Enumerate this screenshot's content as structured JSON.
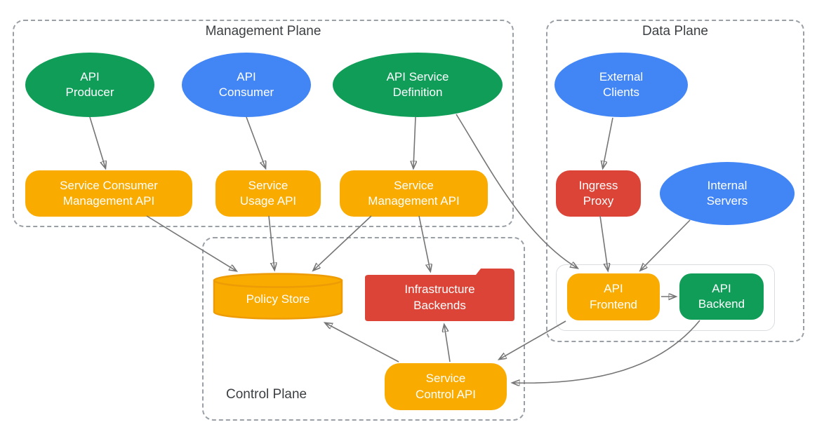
{
  "planes": {
    "management": {
      "title": "Management Plane"
    },
    "data_plane": {
      "title": "Data Plane"
    },
    "control": {
      "title": "Control Plane"
    }
  },
  "nodes": {
    "api_producer": {
      "label": "API\nProducer",
      "shape": "ellipse",
      "color": "#0F9D58"
    },
    "api_consumer": {
      "label": "API\nConsumer",
      "shape": "ellipse",
      "color": "#4285F4"
    },
    "api_service_definition": {
      "label": "API Service\nDefinition",
      "shape": "ellipse",
      "color": "#0F9D58"
    },
    "service_consumer_management_api": {
      "label": "Service Consumer\nManagement API",
      "shape": "rounded-rect",
      "color": "#F9AB00"
    },
    "service_usage_api": {
      "label": "Service\nUsage API",
      "shape": "rounded-rect",
      "color": "#F9AB00"
    },
    "service_management_api": {
      "label": "Service\nManagement API",
      "shape": "rounded-rect",
      "color": "#F9AB00"
    },
    "external_clients": {
      "label": "External\nClients",
      "shape": "ellipse",
      "color": "#4285F4"
    },
    "ingress_proxy": {
      "label": "Ingress\nProxy",
      "shape": "rounded-rect",
      "color": "#DB4437"
    },
    "internal_servers": {
      "label": "Internal\nServers",
      "shape": "ellipse",
      "color": "#4285F4"
    },
    "api_frontend": {
      "label": "API\nFrontend",
      "shape": "rounded-rect",
      "color": "#F9AB00"
    },
    "api_backend": {
      "label": "API\nBackend",
      "shape": "rounded-rect",
      "color": "#0F9D58"
    },
    "policy_store": {
      "label": "Policy Store",
      "shape": "cylinder",
      "color": "#F9AB00"
    },
    "infrastructure_backends": {
      "label": "Infrastructure\nBackends",
      "shape": "folder",
      "color": "#DB4437"
    },
    "service_control_api": {
      "label": "Service\nControl API",
      "shape": "rounded-rect",
      "color": "#F9AB00"
    }
  },
  "edges": [
    {
      "from": "api_producer",
      "to": "service_consumer_management_api"
    },
    {
      "from": "api_consumer",
      "to": "service_usage_api"
    },
    {
      "from": "api_service_definition",
      "to": "service_management_api"
    },
    {
      "from": "service_consumer_management_api",
      "to": "policy_store"
    },
    {
      "from": "service_usage_api",
      "to": "policy_store"
    },
    {
      "from": "service_management_api",
      "to": "policy_store"
    },
    {
      "from": "service_management_api",
      "to": "infrastructure_backends"
    },
    {
      "from": "api_service_definition",
      "to": "api_frontend"
    },
    {
      "from": "external_clients",
      "to": "ingress_proxy"
    },
    {
      "from": "ingress_proxy",
      "to": "api_frontend"
    },
    {
      "from": "internal_servers",
      "to": "api_frontend"
    },
    {
      "from": "api_frontend",
      "to": "api_backend"
    },
    {
      "from": "api_frontend",
      "to": "service_control_api"
    },
    {
      "from": "api_backend",
      "to": "service_control_api"
    },
    {
      "from": "service_control_api",
      "to": "infrastructure_backends"
    },
    {
      "from": "service_control_api",
      "to": "policy_store"
    }
  ],
  "colors": {
    "green": "#0F9D58",
    "blue": "#4285F4",
    "orange": "#F9AB00",
    "red": "#DB4437",
    "arrow": "#757575",
    "plane_border": "#9AA0A6",
    "plane_title_text": "#3C4043",
    "serving_container_border": "#DADCE0",
    "node_text": "#FFFFFF"
  }
}
